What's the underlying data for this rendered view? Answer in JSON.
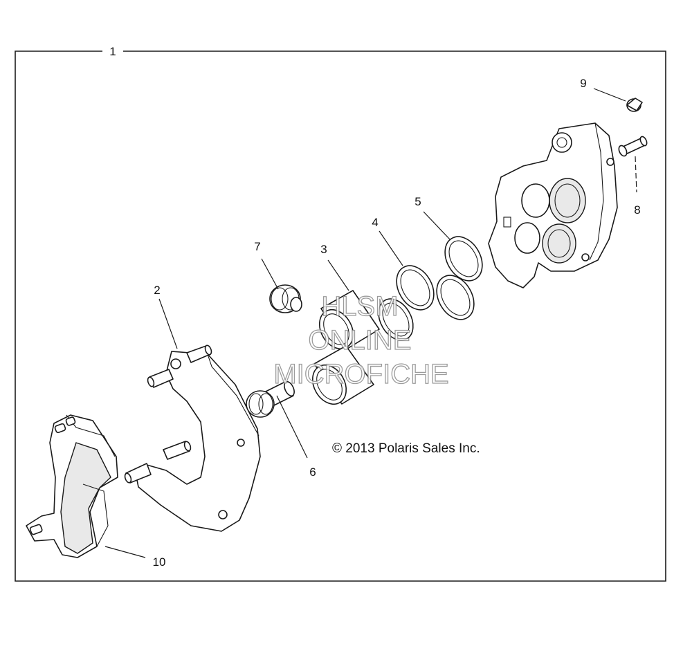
{
  "assembly_label": "1",
  "callouts": {
    "c2": "2",
    "c3": "3",
    "c4": "4",
    "c5": "5",
    "c6": "6",
    "c7": "7",
    "c8": "8",
    "c9": "9",
    "c10": "10"
  },
  "copyright": "© 2013 Polaris Sales Inc.",
  "watermark": {
    "line1": "HLSM",
    "line2": "ONLINE",
    "line3": "MICROFICHE"
  }
}
